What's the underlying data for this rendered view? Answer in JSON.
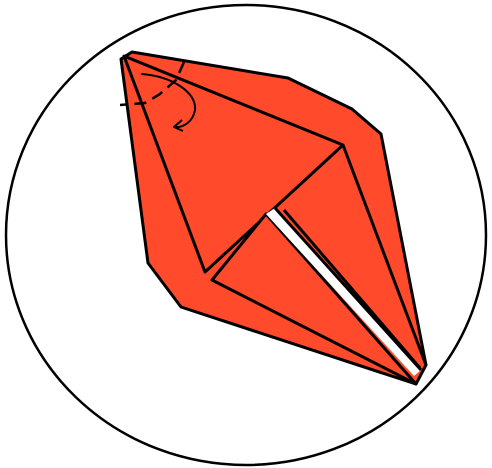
{
  "diagram": {
    "kind": "origami fold instruction",
    "colors": {
      "paper": "#FF4A2C",
      "outline": "#000000",
      "background": "#FFFFFF"
    },
    "symbols": [
      "valley-fold-line",
      "fold-direction-arrow"
    ]
  }
}
